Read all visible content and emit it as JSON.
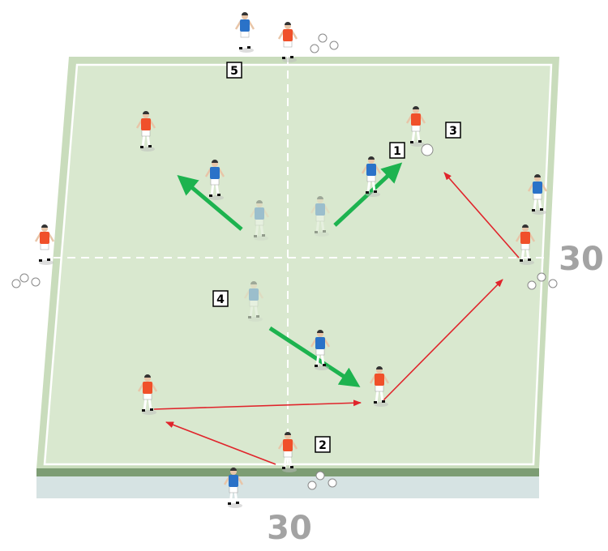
{
  "diagram": {
    "pitch_dimensions": {
      "width_label": "30",
      "height_label": "30"
    },
    "phase_labels": [
      "1",
      "2",
      "3",
      "4",
      "5"
    ],
    "colors": {
      "pitch": "#d9e8cf",
      "pitch_edge": "#c5dbb8",
      "pitch_base": "#7d9d74",
      "apron": "#d6e3e3",
      "team_red": "#f0502a",
      "team_blue": "#2a72c8",
      "player_run_arrow": "#1db34f",
      "pass_arrow": "#e0242b"
    }
  }
}
